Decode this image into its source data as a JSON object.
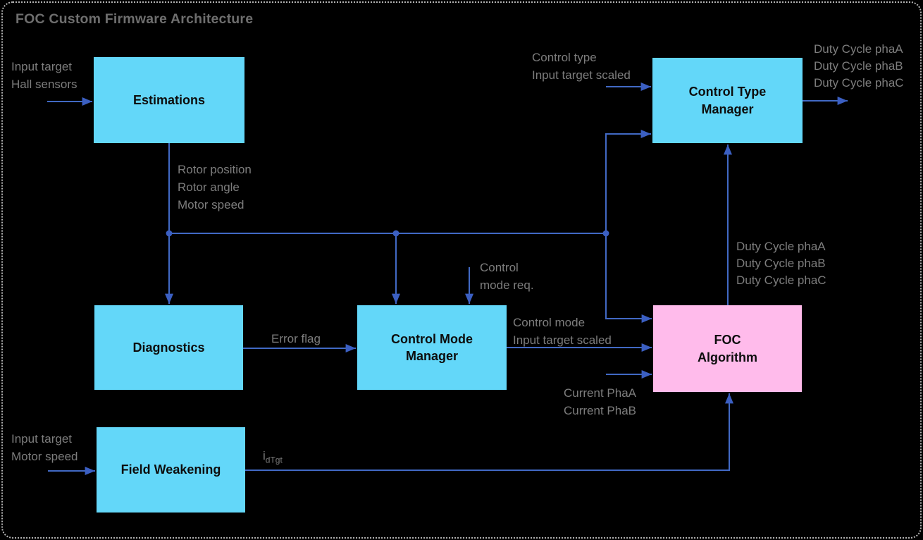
{
  "title": "FOC Custom Firmware Architecture",
  "blocks": {
    "estimations": "Estimations",
    "control_type_manager": "Control Type\nManager",
    "diagnostics": "Diagnostics",
    "control_mode_manager": "Control Mode\nManager",
    "foc_algorithm": "FOC\nAlgorithm",
    "field_weakening": "Field Weakening"
  },
  "signals": {
    "estimations_inputs": [
      "Input target",
      "Hall sensors"
    ],
    "rotor_outputs": [
      "Rotor position",
      "Rotor angle",
      "Motor speed"
    ],
    "control_type_inputs": [
      "Control type",
      "Input target scaled"
    ],
    "duty_cycle_outputs": [
      "Duty Cycle phaA",
      "Duty Cycle phaB",
      "Duty Cycle phaC"
    ],
    "control_mode_request": [
      "Control",
      "mode req."
    ],
    "error_flag": "Error flag",
    "control_mode_outputs": [
      "Control mode",
      "Input target scaled"
    ],
    "duty_cycle_internal": [
      "Duty Cycle phaA",
      "Duty Cycle phaB",
      "Duty Cycle phaC"
    ],
    "current_inputs": [
      "Current PhaA",
      "Current PhaB"
    ],
    "field_weakening_inputs": [
      "Input target",
      "Motor speed"
    ],
    "idtgt": {
      "base": "i",
      "sub": "dTgt"
    }
  },
  "colors": {
    "block_cyan": "#63D7F9",
    "block_pink": "#FFBBEB",
    "connector_blue": "#4169C4",
    "arrow_blue": "#3B5FC2",
    "label_gray": "#7D7D7D",
    "title_gray": "#6E6E6E",
    "background": "#000000"
  }
}
